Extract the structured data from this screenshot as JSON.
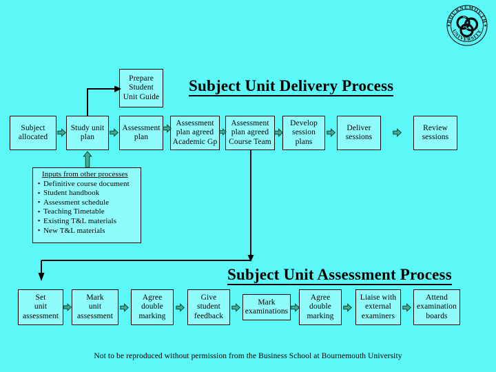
{
  "page": {
    "background_color": "#5CF7F7",
    "box_fill_color": "#8FFBFB",
    "arrow_color": "#3FAF8F",
    "line_color": "#000000"
  },
  "logo": {
    "name": "bournemouth-university-seal",
    "outer_text_top": "BOURNEMOUTH",
    "outer_text_bottom": "UNIVERSITY"
  },
  "sections": {
    "delivery_title": "Subject Unit Delivery Process",
    "assessment_title": "Subject Unit Assessment Process"
  },
  "delivery_row": [
    {
      "id": "subject-allocated",
      "lines": [
        "Subject",
        "allocated"
      ]
    },
    {
      "id": "study-unit-plan",
      "lines": [
        "Study unit",
        "plan"
      ]
    },
    {
      "id": "assessment-plan",
      "lines": [
        "Assessment",
        "plan"
      ]
    },
    {
      "id": "assessment-plan-agreed-academic-gp",
      "lines": [
        "Assessment",
        "plan agreed",
        "Academic Gp"
      ]
    },
    {
      "id": "assessment-plan-agreed-course-team",
      "lines": [
        "Assessment",
        "plan agreed",
        "Course Team"
      ]
    },
    {
      "id": "develop-session-plans",
      "lines": [
        "Develop",
        "session",
        "plans"
      ]
    },
    {
      "id": "deliver-sessions",
      "lines": [
        "Deliver",
        "sessions"
      ]
    },
    {
      "id": "review-sessions",
      "lines": [
        "Review",
        "sessions"
      ]
    }
  ],
  "prepare_guide_box": {
    "id": "prepare-student-unit-guide",
    "lines": [
      "Prepare",
      "Student",
      "Unit Guide"
    ]
  },
  "inputs_panel": {
    "heading": "Inputs from other processes",
    "items": [
      "Definitive course document",
      "Student handbook",
      "Assessment schedule",
      "Teaching Timetable",
      "Existing T&L materials",
      "New T&L materials"
    ]
  },
  "assessment_row": [
    {
      "id": "set-unit-assessment",
      "lines": [
        "Set",
        "unit",
        "assessment"
      ]
    },
    {
      "id": "mark-unit-assessment",
      "lines": [
        "Mark",
        "unit",
        "assessment"
      ]
    },
    {
      "id": "agree-double-marking-1",
      "lines": [
        "Agree",
        "double",
        "marking"
      ]
    },
    {
      "id": "give-student-feedback",
      "lines": [
        "Give",
        "student",
        "feedback"
      ]
    },
    {
      "id": "mark-examinations",
      "lines": [
        "Mark",
        "examinations"
      ]
    },
    {
      "id": "agree-double-marking-2",
      "lines": [
        "Agree",
        "double",
        "marking"
      ]
    },
    {
      "id": "liaise-with-external-examiners",
      "lines": [
        "Liaise with",
        "external",
        "examiners"
      ]
    },
    {
      "id": "attend-examination-boards",
      "lines": [
        "Attend",
        "examination",
        "boards"
      ]
    }
  ],
  "footer": "Not to be reproduced without permission from the Business School at Bournemouth University"
}
